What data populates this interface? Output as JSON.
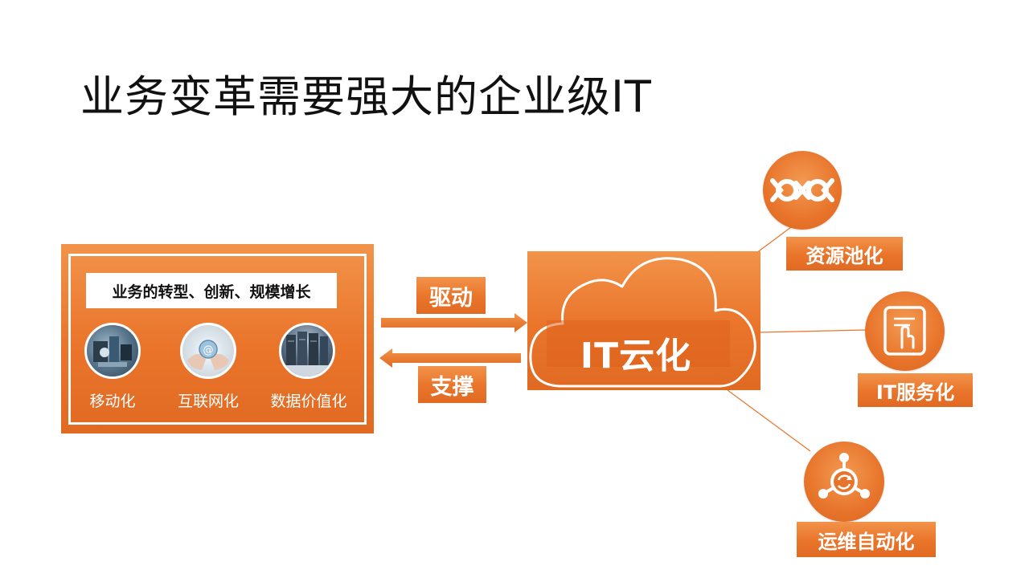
{
  "title": "业务变革需要强大的企业级IT",
  "left_panel": {
    "heading": "业务的转型、创新、规模增长",
    "items": [
      {
        "label": "移动化",
        "icon": "mobile-photo-icon"
      },
      {
        "label": "互联网化",
        "icon": "internet-globe-icon"
      },
      {
        "label": "数据价值化",
        "icon": "data-servers-icon"
      }
    ]
  },
  "arrows": {
    "drive_label": "驱动",
    "support_label": "支撑"
  },
  "center": {
    "label": "IT云化"
  },
  "nodes": [
    {
      "label": "资源池化",
      "icon": "resource-pool-icon"
    },
    {
      "label": "IT服务化",
      "icon": "touch-service-icon"
    },
    {
      "label": "运维自动化",
      "icon": "automation-cycle-icon"
    }
  ],
  "colors": {
    "accent": "#e9742a",
    "accent_light": "#f2934a",
    "text_dark": "#111111",
    "white": "#ffffff"
  }
}
